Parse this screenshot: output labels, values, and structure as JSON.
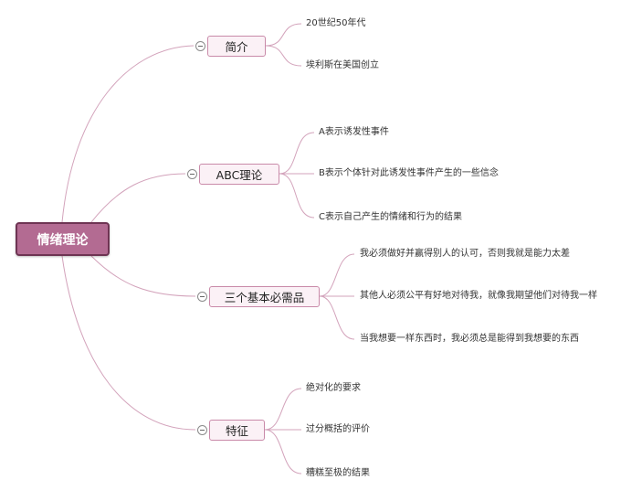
{
  "root": {
    "label": "情绪理论"
  },
  "topics": [
    {
      "label": "简介",
      "items": [
        "20世纪50年代",
        "埃利斯在美国创立"
      ]
    },
    {
      "label": "ABC理论",
      "items": [
        "A表示诱发性事件",
        "B表示个体针对此诱发性事件产生的一些信念",
        "C表示自己产生的情绪和行为的结果"
      ]
    },
    {
      "label": "三个基本必需品",
      "items": [
        "我必须做好并赢得别人的认可，否则我就是能力太差",
        "其他人必须公平有好地对待我，就像我期望他们对待我一样",
        "当我想要一样东西时，我必须总是能得到我想要的东西"
      ]
    },
    {
      "label": "特征",
      "items": [
        "绝对化的要求",
        "过分概括的评价",
        "糟糕至极的结果"
      ]
    }
  ],
  "colors": {
    "root_fill": "#b36b92",
    "root_border": "#6e3453",
    "branch_line": "#c98aa9",
    "topic_fill": "#fbf1f6"
  }
}
